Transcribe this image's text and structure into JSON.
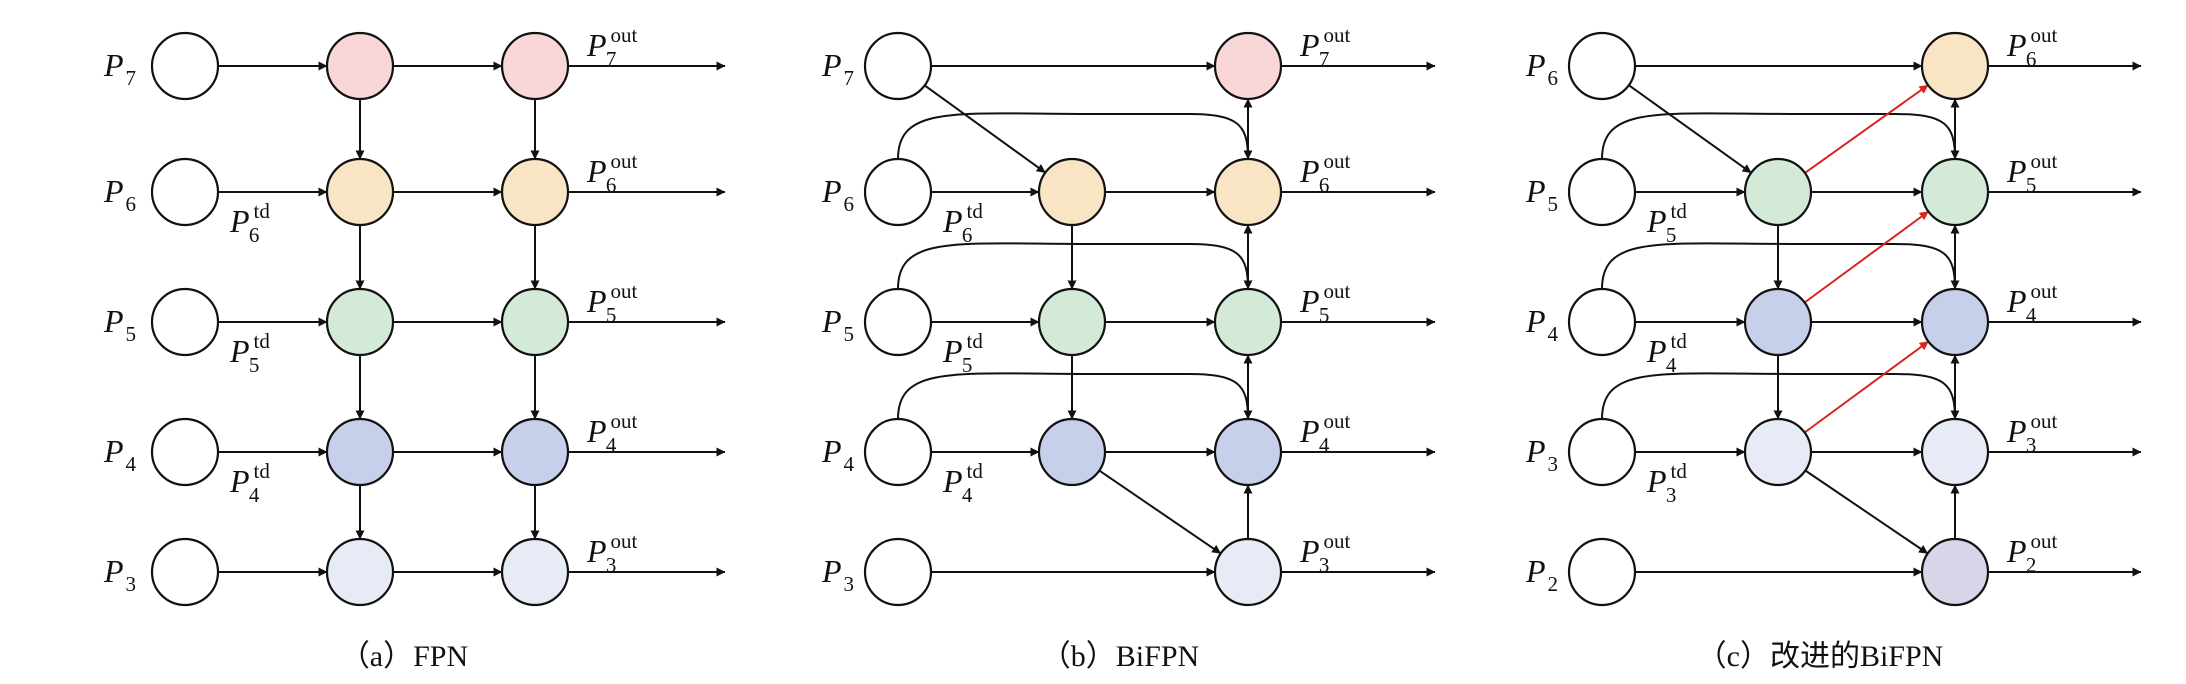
{
  "colors": {
    "white": "#ffffff",
    "pink": "#f9d6d8",
    "yellow": "#f9e4c4",
    "green": "#d4ead9",
    "blue": "#c6d0ea",
    "lightblue": "#e6ebf6",
    "lavender": "#d8d5e8",
    "red_arrow": "#d8261c"
  },
  "panels": [
    {
      "id": "a",
      "caption": "（a）FPN",
      "inputs": [
        {
          "base": "P",
          "sub": "7",
          "color": "white"
        },
        {
          "base": "P",
          "sub": "6",
          "color": "white"
        },
        {
          "base": "P",
          "sub": "5",
          "color": "white"
        },
        {
          "base": "P",
          "sub": "4",
          "color": "white"
        },
        {
          "base": "P",
          "sub": "3",
          "color": "white"
        }
      ],
      "middle": [
        {
          "color": "pink"
        },
        {
          "color": "yellow",
          "label": {
            "base": "P",
            "sub": "6",
            "sup": "td"
          }
        },
        {
          "color": "green",
          "label": {
            "base": "P",
            "sub": "5",
            "sup": "td"
          }
        },
        {
          "color": "blue",
          "label": {
            "base": "P",
            "sub": "4",
            "sup": "td"
          }
        },
        {
          "color": "lightblue"
        }
      ],
      "outputs": [
        {
          "color": "pink",
          "label": {
            "base": "P",
            "sub": "7",
            "sup": "out"
          }
        },
        {
          "color": "yellow",
          "label": {
            "base": "P",
            "sub": "6",
            "sup": "out"
          }
        },
        {
          "color": "green",
          "label": {
            "base": "P",
            "sub": "5",
            "sup": "out"
          }
        },
        {
          "color": "blue",
          "label": {
            "base": "P",
            "sub": "4",
            "sup": "out"
          }
        },
        {
          "color": "lightblue",
          "label": {
            "base": "P",
            "sub": "3",
            "sup": "out"
          }
        }
      ]
    },
    {
      "id": "b",
      "caption": "（b）BiFPN",
      "inputs": [
        {
          "base": "P",
          "sub": "7",
          "color": "white"
        },
        {
          "base": "P",
          "sub": "6",
          "color": "white"
        },
        {
          "base": "P",
          "sub": "5",
          "color": "white"
        },
        {
          "base": "P",
          "sub": "4",
          "color": "white"
        },
        {
          "base": "P",
          "sub": "3",
          "color": "white"
        }
      ],
      "middle": [
        null,
        {
          "color": "yellow",
          "label": {
            "base": "P",
            "sub": "6",
            "sup": "td"
          }
        },
        {
          "color": "green",
          "label": {
            "base": "P",
            "sub": "5",
            "sup": "td"
          }
        },
        {
          "color": "blue",
          "label": {
            "base": "P",
            "sub": "4",
            "sup": "td"
          }
        },
        null
      ],
      "outputs": [
        {
          "color": "pink",
          "label": {
            "base": "P",
            "sub": "7",
            "sup": "out"
          }
        },
        {
          "color": "yellow",
          "label": {
            "base": "P",
            "sub": "6",
            "sup": "out"
          }
        },
        {
          "color": "green",
          "label": {
            "base": "P",
            "sub": "5",
            "sup": "out"
          }
        },
        {
          "color": "blue",
          "label": {
            "base": "P",
            "sub": "4",
            "sup": "out"
          }
        },
        {
          "color": "lightblue",
          "label": {
            "base": "P",
            "sub": "3",
            "sup": "out"
          }
        }
      ]
    },
    {
      "id": "c",
      "caption": "（c）改进的BiFPN",
      "inputs": [
        {
          "base": "P",
          "sub": "6",
          "color": "white"
        },
        {
          "base": "P",
          "sub": "5",
          "color": "white"
        },
        {
          "base": "P",
          "sub": "4",
          "color": "white"
        },
        {
          "base": "P",
          "sub": "3",
          "color": "white"
        },
        {
          "base": "P",
          "sub": "2",
          "color": "white"
        }
      ],
      "middle": [
        null,
        {
          "color": "green",
          "label": {
            "base": "P",
            "sub": "5",
            "sup": "td"
          }
        },
        {
          "color": "blue",
          "label": {
            "base": "P",
            "sub": "4",
            "sup": "td"
          }
        },
        {
          "color": "lightblue",
          "label": {
            "base": "P",
            "sub": "3",
            "sup": "td"
          }
        },
        null
      ],
      "outputs": [
        {
          "color": "yellow",
          "label": {
            "base": "P",
            "sub": "6",
            "sup": "out"
          }
        },
        {
          "color": "green",
          "label": {
            "base": "P",
            "sub": "5",
            "sup": "out"
          }
        },
        {
          "color": "blue",
          "label": {
            "base": "P",
            "sub": "4",
            "sup": "out"
          }
        },
        {
          "color": "lightblue",
          "label": {
            "base": "P",
            "sub": "3",
            "sup": "out"
          }
        },
        {
          "color": "lavender",
          "label": {
            "base": "P",
            "sub": "2",
            "sup": "out"
          }
        }
      ]
    }
  ]
}
